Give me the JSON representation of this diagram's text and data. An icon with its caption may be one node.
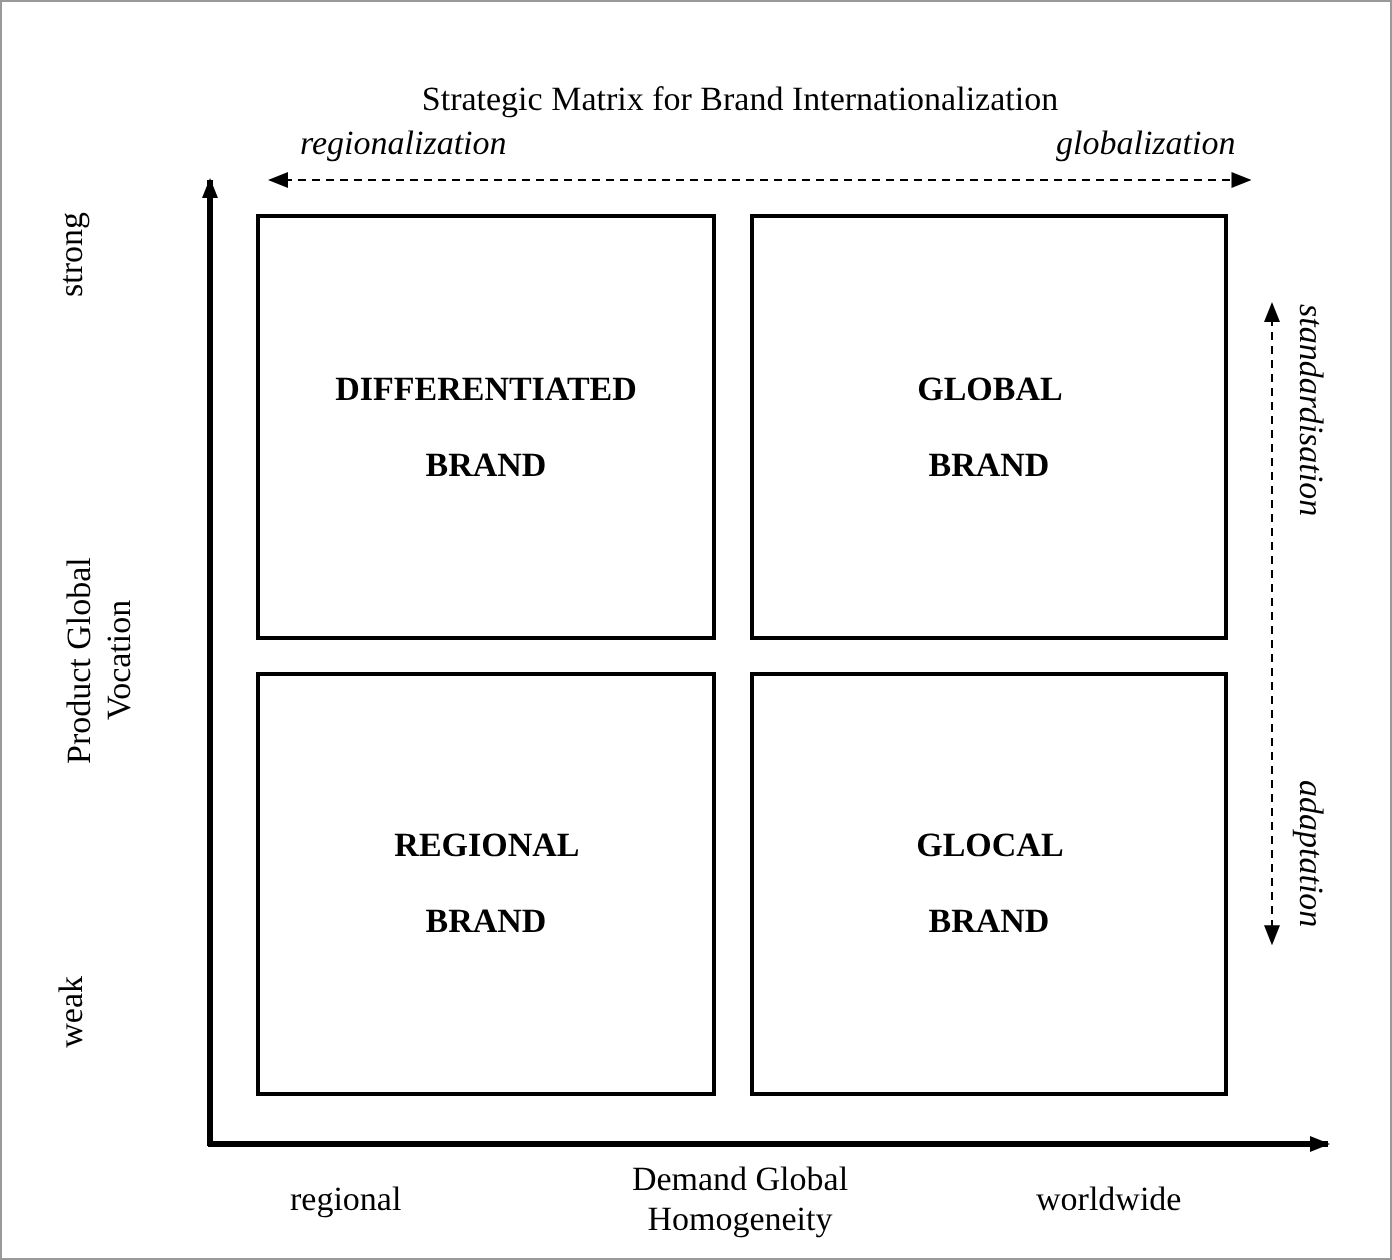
{
  "diagram": {
    "title": "Strategic Matrix for Brand Internationalization",
    "nodes": [
      {
        "text": [
          "DIFFERENTIATED BRAND"
        ]
      },
      {
        "text": [
          "GLOBAL BRAND"
        ]
      },
      {
        "text": [
          "REGIONAL BRAND"
        ]
      },
      {
        "text": [
          "GLOCAL BRAND"
        ]
      },
      {
        "text": [
          "regionalization"
        ]
      },
      {
        "text": [
          "globalization"
        ]
      },
      {
        "text": [
          "standardisation"
        ]
      },
      {
        "text": [
          "adaptation"
        ]
      }
    ],
    "edges": [
      {
        "from": 4,
        "to": 5,
        "arrow": "both",
        "style": "dashed"
      },
      {
        "from": 6,
        "to": 7,
        "arrow": "both",
        "style": "dashed"
      }
    ],
    "labels": [
      "strong",
      "Product Global Vocation",
      "weak",
      "regional",
      "Demand Global Homogeneity",
      "worldwide"
    ]
  }
}
